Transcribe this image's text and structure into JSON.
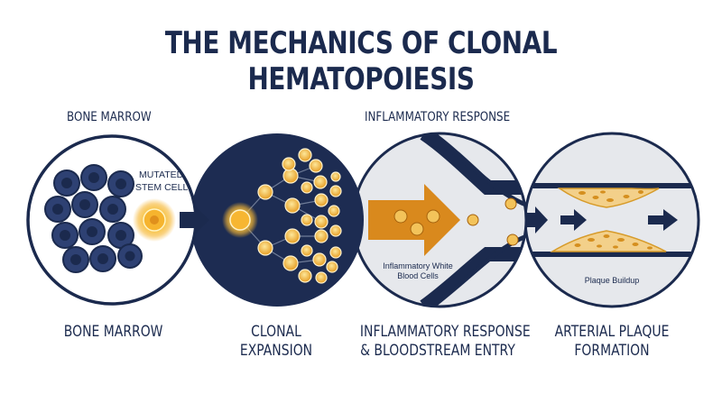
{
  "title": "THE MECHANICS OF CLONAL HEMATOPOIESIS",
  "top_labels": {
    "left": "BONE MARROW",
    "right": "INFLAMMATORY RESPONSE"
  },
  "callouts": {
    "mutated_line1": "MUTATED",
    "mutated_line2": "STEM CELL",
    "wbc_line1": "Inflammatory White",
    "wbc_line2": "Blood Cells",
    "plaque": "Plaque Buildup"
  },
  "stages": [
    {
      "line1": "BONE MARROW",
      "line2": ""
    },
    {
      "line1": "CLONAL",
      "line2": "EXPANSION"
    },
    {
      "line1": "INFLAMMATORY RESPONSE",
      "line2": "& BLOODSTREAM ENTRY"
    },
    {
      "line1": "ARTERIAL PLAQUE",
      "line2": "FORMATION"
    }
  ],
  "colors": {
    "navy": "#1b2a4e",
    "orange": "#e8a12a",
    "light_orange": "#f6cf6c",
    "pale_bg": "#e6e8ec",
    "plaque": "#f3d08a"
  },
  "icons": [
    "arrow-right-icon",
    "stem-cell-icon",
    "blood-cell-icon",
    "artery-icon"
  ]
}
